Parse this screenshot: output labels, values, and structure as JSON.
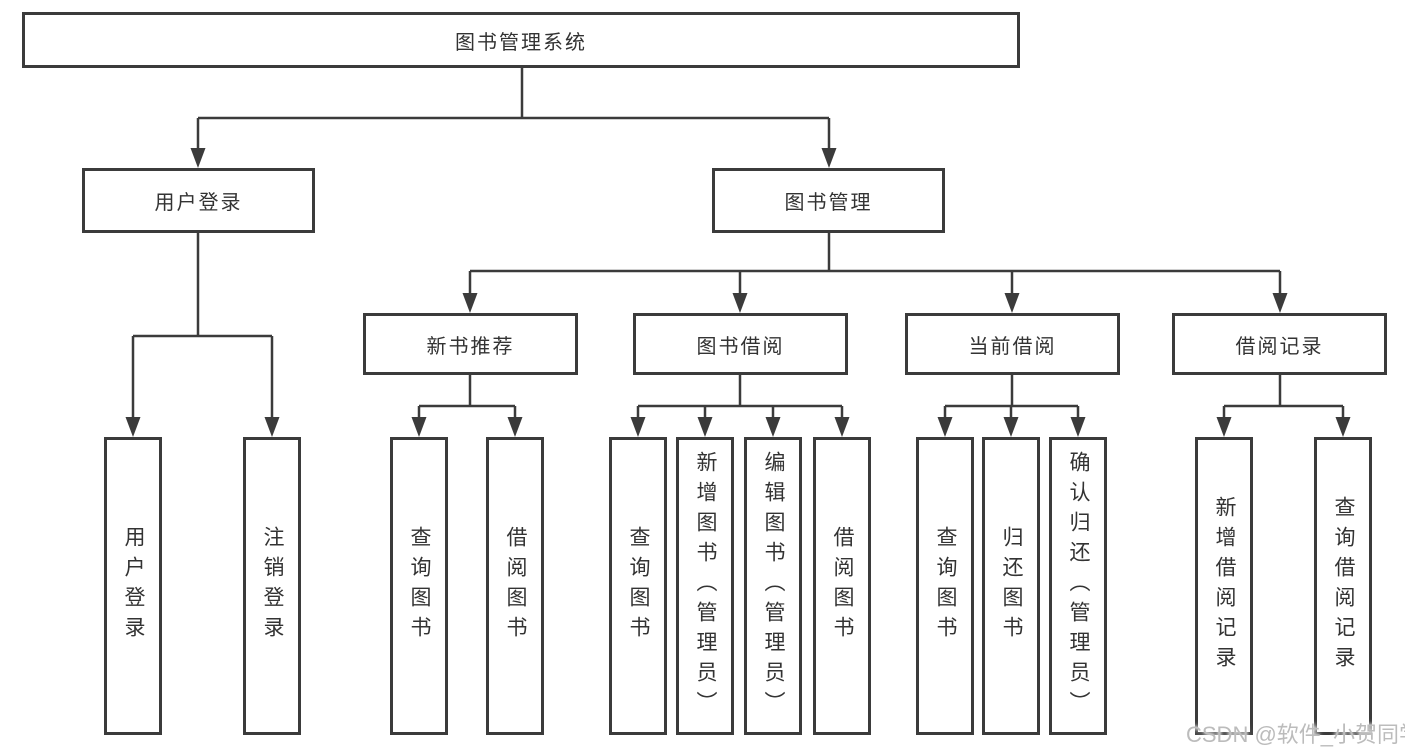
{
  "page": {
    "background_color": "#ffffff",
    "line_color": "#3b3b3b",
    "box_border_color": "#3b3b3b",
    "text_color": "#333333"
  },
  "diagram": {
    "root": {
      "label": "图书管理系统"
    },
    "level2": [
      {
        "id": "user-login-group",
        "label": "用户登录"
      },
      {
        "id": "book-management",
        "label": "图书管理"
      }
    ],
    "level3": [
      {
        "id": "new-book-recommend",
        "label": "新书推荐"
      },
      {
        "id": "book-borrowing",
        "label": "图书借阅"
      },
      {
        "id": "current-borrowing",
        "label": "当前借阅"
      },
      {
        "id": "borrowing-records",
        "label": "借阅记录"
      }
    ],
    "leaves": [
      {
        "parent": "用户登录",
        "label": "用户登录"
      },
      {
        "parent": "用户登录",
        "label": "注销登录"
      },
      {
        "parent": "新书推荐",
        "label": "查询图书"
      },
      {
        "parent": "新书推荐",
        "label": "借阅图书"
      },
      {
        "parent": "图书借阅",
        "label": "查询图书"
      },
      {
        "parent": "图书借阅",
        "label": "新增图书（管理员）"
      },
      {
        "parent": "图书借阅",
        "label": "编辑图书（管理员）"
      },
      {
        "parent": "图书借阅",
        "label": "借阅图书"
      },
      {
        "parent": "当前借阅",
        "label": "查询图书"
      },
      {
        "parent": "当前借阅",
        "label": "归还图书"
      },
      {
        "parent": "当前借阅",
        "label": "确认归还（管理员）"
      },
      {
        "parent": "借阅记录",
        "label": "新增借阅记录"
      },
      {
        "parent": "借阅记录",
        "label": "查询借阅记录"
      }
    ]
  },
  "watermark": {
    "text": "CSDN @软件_小贺同学",
    "color": "#bcbcbc"
  }
}
